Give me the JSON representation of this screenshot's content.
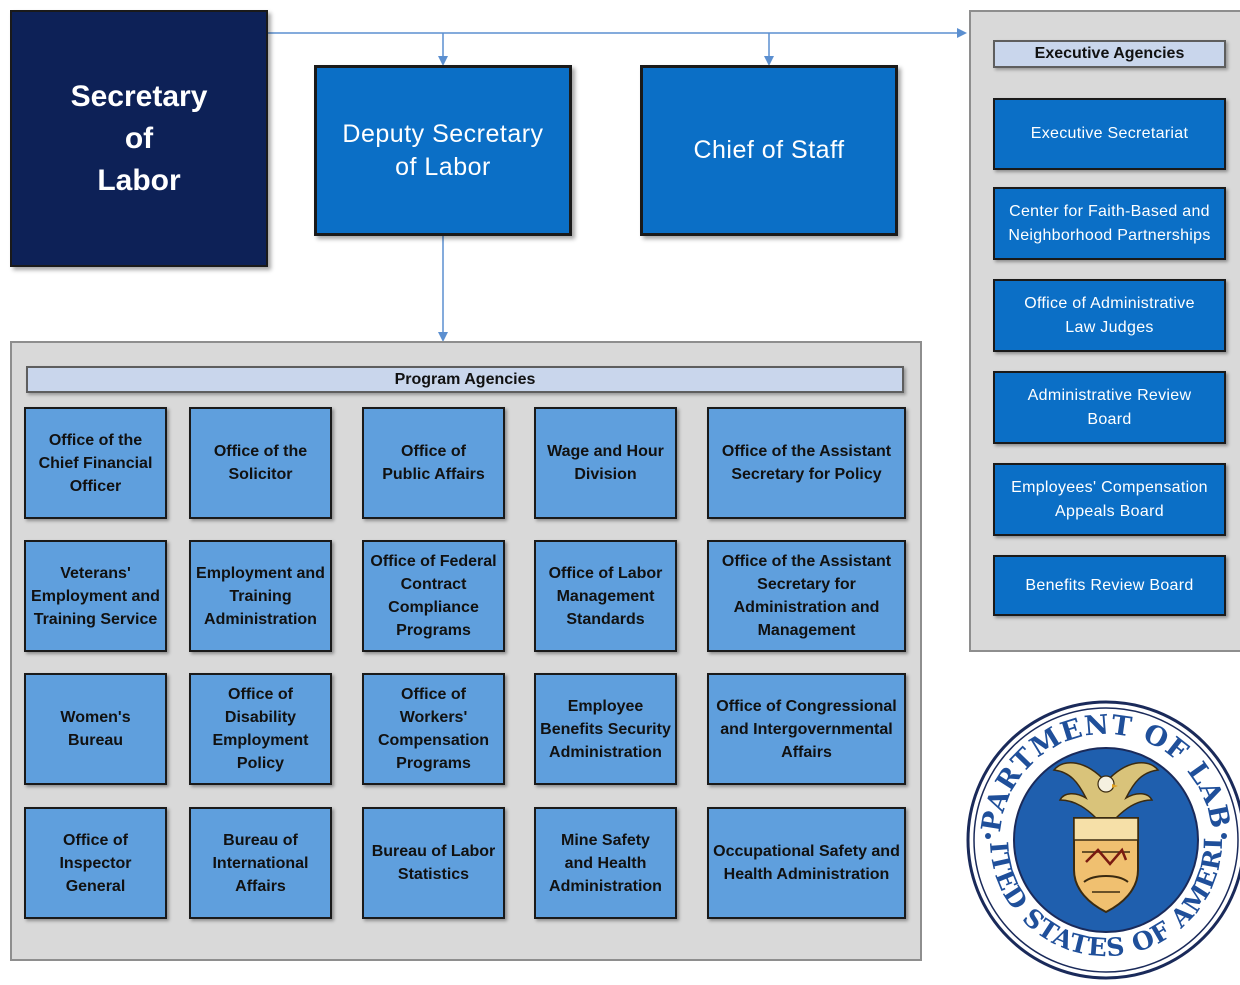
{
  "leadership": {
    "secretary": "Secretary\nof\nLabor",
    "deputy": "Deputy Secretary\nof Labor",
    "chief_of_staff": "Chief of Staff"
  },
  "program_agencies": {
    "header": "Program Agencies",
    "rows": [
      [
        "Office of the\nChief Financial\nOfficer",
        "Office of the\nSolicitor",
        "Office of\nPublic Affairs",
        "Wage and Hour\nDivision",
        "Office of the Assistant\nSecretary for Policy"
      ],
      [
        "Veterans'\nEmployment and\nTraining Service",
        "Employment and\nTraining\nAdministration",
        "Office of Federal\nContract\nCompliance\nPrograms",
        "Office of Labor\nManagement\nStandards",
        "Office of the Assistant\nSecretary for\nAdministration and\nManagement"
      ],
      [
        "Women's\nBureau",
        "Office of\nDisability\nEmployment\nPolicy",
        "Office of\nWorkers'\nCompensation\nPrograms",
        "Employee\nBenefits Security\nAdministration",
        "Office of Congressional\nand Intergovernmental\nAffairs"
      ],
      [
        "Office of\nInspector\nGeneral",
        "Bureau of\nInternational\nAffairs",
        "Bureau of Labor\nStatistics",
        "Mine Safety\nand Health\nAdministration",
        "Occupational Safety and\nHealth Administration"
      ]
    ]
  },
  "executive_agencies": {
    "header": "Executive Agencies",
    "items": [
      "Executive Secretariat",
      "Center for Faith-Based and\nNeighborhood Partnerships",
      "Office of Administrative\nLaw Judges",
      "Administrative Review\nBoard",
      "Employees' Compensation\nAppeals Board",
      "Benefits Review Board"
    ]
  },
  "seal": {
    "top_text": "DEPARTMENT OF LABOR",
    "bottom_text": "UNITED STATES OF AMERICA"
  },
  "colors": {
    "secretary_fill": "#0d2157",
    "leader_fill": "#0b6fc6",
    "program_fill": "#5f9fdd",
    "connector": "#5b8fd0",
    "panel_fill": "#d9d9d9",
    "header_fill": "#c9d6ec"
  }
}
